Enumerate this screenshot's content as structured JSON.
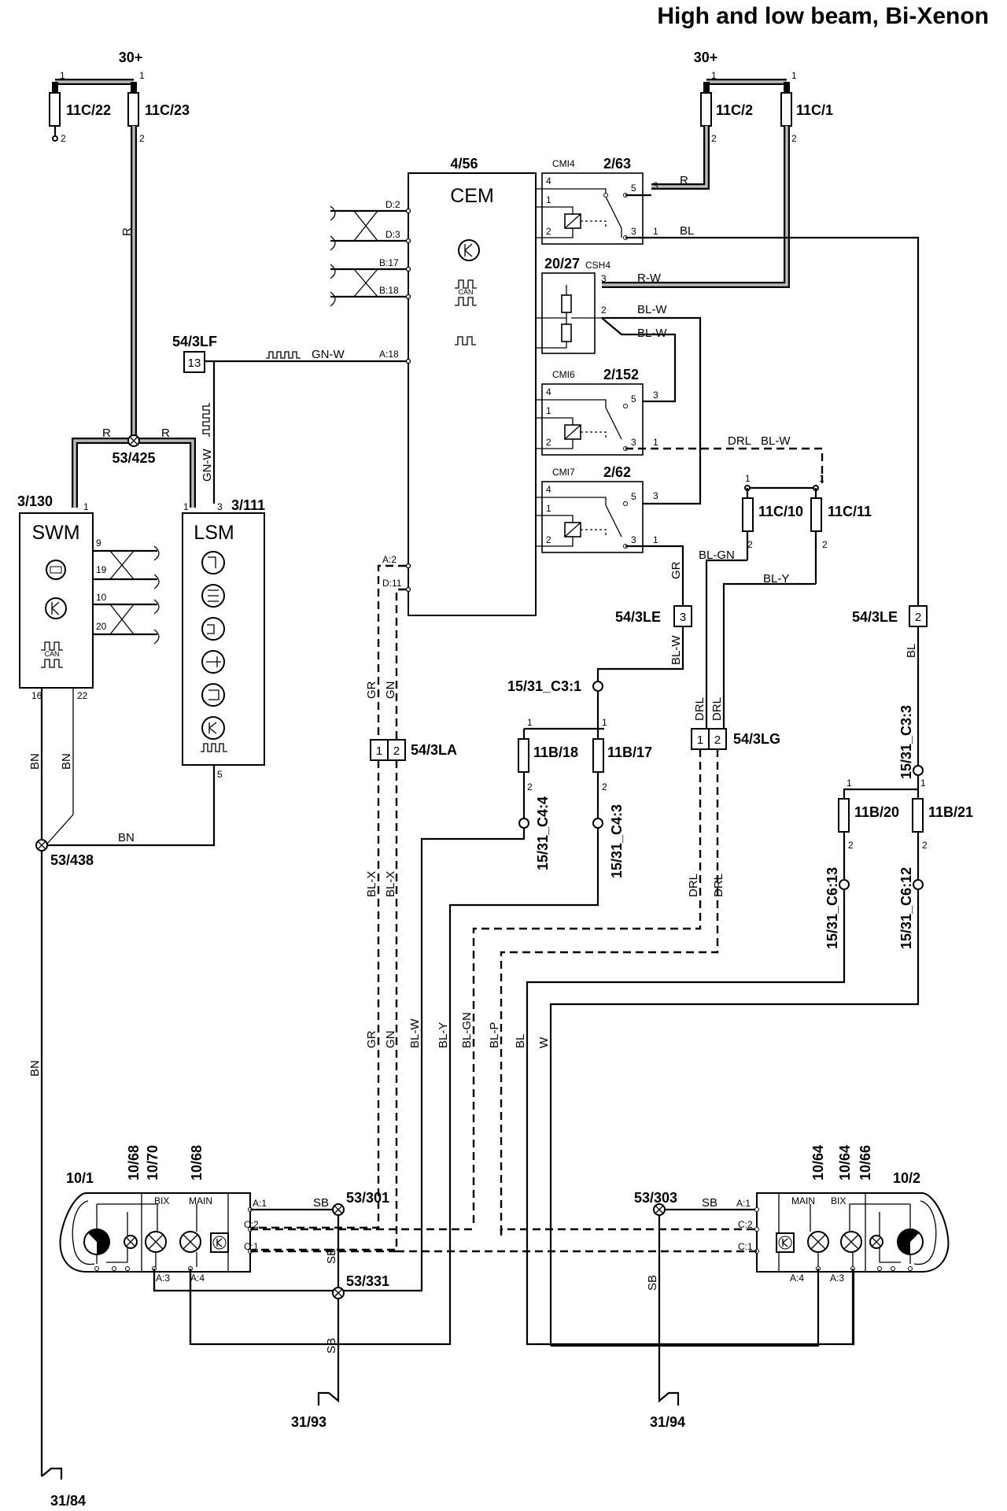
{
  "title": "High and low beam, Bi-Xenon",
  "supply": {
    "left": "30+",
    "right": "30+"
  },
  "fuses": {
    "f11c22": "11C/22",
    "f11c23": "11C/23",
    "f11c2": "11C/2",
    "f11c1": "11C/1",
    "f11c10": "11C/10",
    "f11c11": "11C/11",
    "f11b18": "11B/18",
    "f11b17": "11B/17",
    "f11b20": "11B/20",
    "f11b21": "11B/21"
  },
  "modules": {
    "cem_id": "4/56",
    "cem": "CEM",
    "swm_id": "3/130",
    "swm": "SWM",
    "lsm_id": "3/111",
    "lsm": "LSM",
    "can": "CAN"
  },
  "relays": {
    "r263": "2/63",
    "cmi4": "CMI4",
    "r2027": "20/27",
    "csh4": "CSH4",
    "r2152": "2/152",
    "cmi6": "CMI6",
    "r262": "2/62",
    "cmi7": "CMI7"
  },
  "connectors": {
    "c54_3lf": "54/3LF",
    "c54_3le": "54/3LE",
    "c54_3la": "54/3LA",
    "c54_3lg": "54/3LG",
    "c15_c3_1": "15/31_C3:1",
    "c15_c3_3": "15/31_C3:3",
    "c15_c4_4": "15/31_C4:4",
    "c15_c4_3": "15/31_C4:3",
    "c15_c6_13": "15/31_C6:13",
    "c15_c6_12": "15/31_C6:12"
  },
  "splices": {
    "s53_425": "53/425",
    "s53_438": "53/438",
    "s53_301": "53/301",
    "s53_331": "53/331",
    "s53_303": "53/303"
  },
  "grounds": {
    "g31_93": "31/93",
    "g31_94": "31/94",
    "g31_84": "31/84"
  },
  "lamps": {
    "l10_1": "10/1",
    "l10_68": "10/68",
    "l10_70": "10/70",
    "l10_68b": "10/68",
    "l10_2": "10/2",
    "l10_64": "10/64",
    "l10_64b": "10/64",
    "l10_66": "10/66",
    "bix": "BIX",
    "main": "MAIN"
  },
  "wires": {
    "R": "R",
    "BL": "BL",
    "RW": "R-W",
    "BLW": "BL-W",
    "GNW": "GN-W",
    "DRL": "DRL",
    "BLGN": "BL-GN",
    "BLY": "BL-Y",
    "GR": "GR",
    "GN": "GN",
    "BN": "BN",
    "BLX": "BL-X",
    "BLP": "BL-P",
    "W": "W",
    "SB": "SB"
  },
  "pins": {
    "p1": "1",
    "p2": "2",
    "p3": "3",
    "p4": "4",
    "p5": "5",
    "p9": "9",
    "p10": "10",
    "p13": "13",
    "p16": "16",
    "p19": "19",
    "p20": "20",
    "p22": "22",
    "d2": "D:2",
    "d3": "D:3",
    "b17": "B:17",
    "b18": "B:18",
    "a18": "A:18",
    "a2": "A:2",
    "d11": "D:11",
    "a1": "A:1",
    "c2": "C:2",
    "c1": "C:1",
    "a3": "A:3",
    "a4": "A:4"
  }
}
